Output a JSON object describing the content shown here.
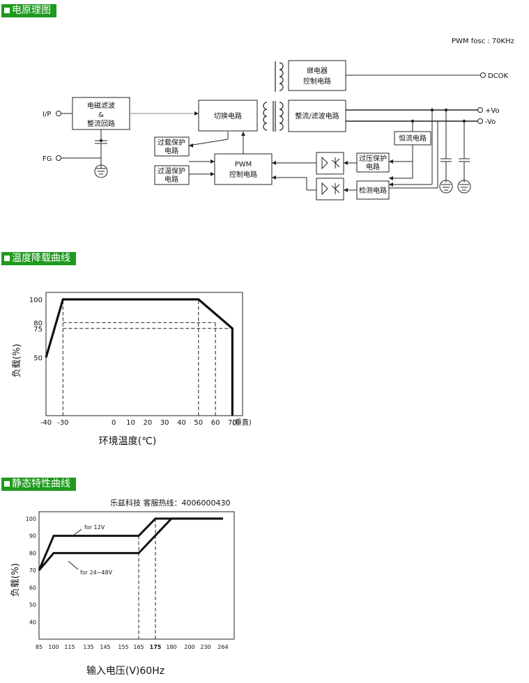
{
  "sections": {
    "schematic": "电原理图",
    "derating": "温度降载曲线",
    "static": "静态特性曲线"
  },
  "schematic": {
    "pwm_fosc": "PWM fosc : 70KHz",
    "ports": {
      "ip": "I/P",
      "fg": "FG",
      "dcok": "DCOK",
      "vo_pos": "+Vo",
      "vo_neg": "-Vo"
    },
    "blocks": {
      "emi_l1": "电磁滤波",
      "emi_l2": "&",
      "emi_l3": "整流回路",
      "switching": "切换电路",
      "relay_l1": "继电器",
      "relay_l2": "控制电路",
      "rectfilter": "整流/滤波电路",
      "olp_l1": "过载保护",
      "olp_l2": "电路",
      "otp_l1": "过温保护",
      "otp_l2": "电路",
      "pwm_l1": "PWM",
      "pwm_l2": "控制电路",
      "cc": "恒流电路",
      "ovp_l1": "过压保护",
      "ovp_l2": "电路",
      "detect": "检测电路"
    }
  },
  "watermark": "乐兹科技 客服热线：4006000430",
  "chart_data": [
    {
      "type": "line",
      "title": "",
      "xlabel": "环境温度(℃)",
      "ylabel": "负载(%)",
      "x_ticks": [
        "-40",
        "-30",
        "0",
        "10",
        "20",
        "30",
        "40",
        "50",
        "60",
        "70"
      ],
      "x_tick_values": [
        -40,
        -30,
        0,
        10,
        20,
        30,
        40,
        50,
        60,
        70
      ],
      "x_suffix": "(垂直)",
      "y_ticks": [
        "100",
        "80",
        "75",
        "50"
      ],
      "y_tick_values": [
        100,
        80,
        75,
        50
      ],
      "xlim": [
        -40,
        76
      ],
      "ylim": [
        0,
        106
      ],
      "series": [
        {
          "x": [
            -40,
            -30,
            50,
            70,
            70
          ],
          "y": [
            50,
            100,
            100,
            75,
            0
          ]
        }
      ],
      "dashed_guides": [
        {
          "x": [
            -30,
            -30
          ],
          "y": [
            0,
            100
          ]
        },
        {
          "x": [
            50,
            50
          ],
          "y": [
            0,
            100
          ]
        },
        {
          "x": [
            60,
            60
          ],
          "y": [
            0,
            80
          ]
        },
        {
          "x": [
            -30,
            60
          ],
          "y": [
            80,
            80
          ]
        },
        {
          "x": [
            -30,
            70
          ],
          "y": [
            75,
            75
          ]
        }
      ]
    },
    {
      "type": "line",
      "title": "",
      "xlabel": "输入电压(V)60Hz",
      "ylabel": "负载(%)",
      "x_ticks": [
        "85",
        "100",
        "115",
        "135",
        "145",
        "155",
        "165",
        "175",
        "180",
        "200",
        "230",
        "264"
      ],
      "x_bold_tick": "175",
      "y_ticks": [
        "100",
        "90",
        "80",
        "70",
        "60",
        "50",
        "40"
      ],
      "y_tick_values": [
        100,
        90,
        80,
        70,
        60,
        50,
        40
      ],
      "ylim": [
        30,
        104
      ],
      "series": [
        {
          "label": "for 12V",
          "x": [
            85,
            100,
            165,
            175,
            264
          ],
          "y": [
            70,
            90,
            90,
            100,
            100
          ]
        },
        {
          "label": "for 24~48V",
          "x": [
            85,
            100,
            165,
            180,
            264
          ],
          "y": [
            70,
            80,
            80,
            100,
            100
          ]
        }
      ],
      "dashed_guides_x": [
        165,
        175
      ]
    }
  ]
}
